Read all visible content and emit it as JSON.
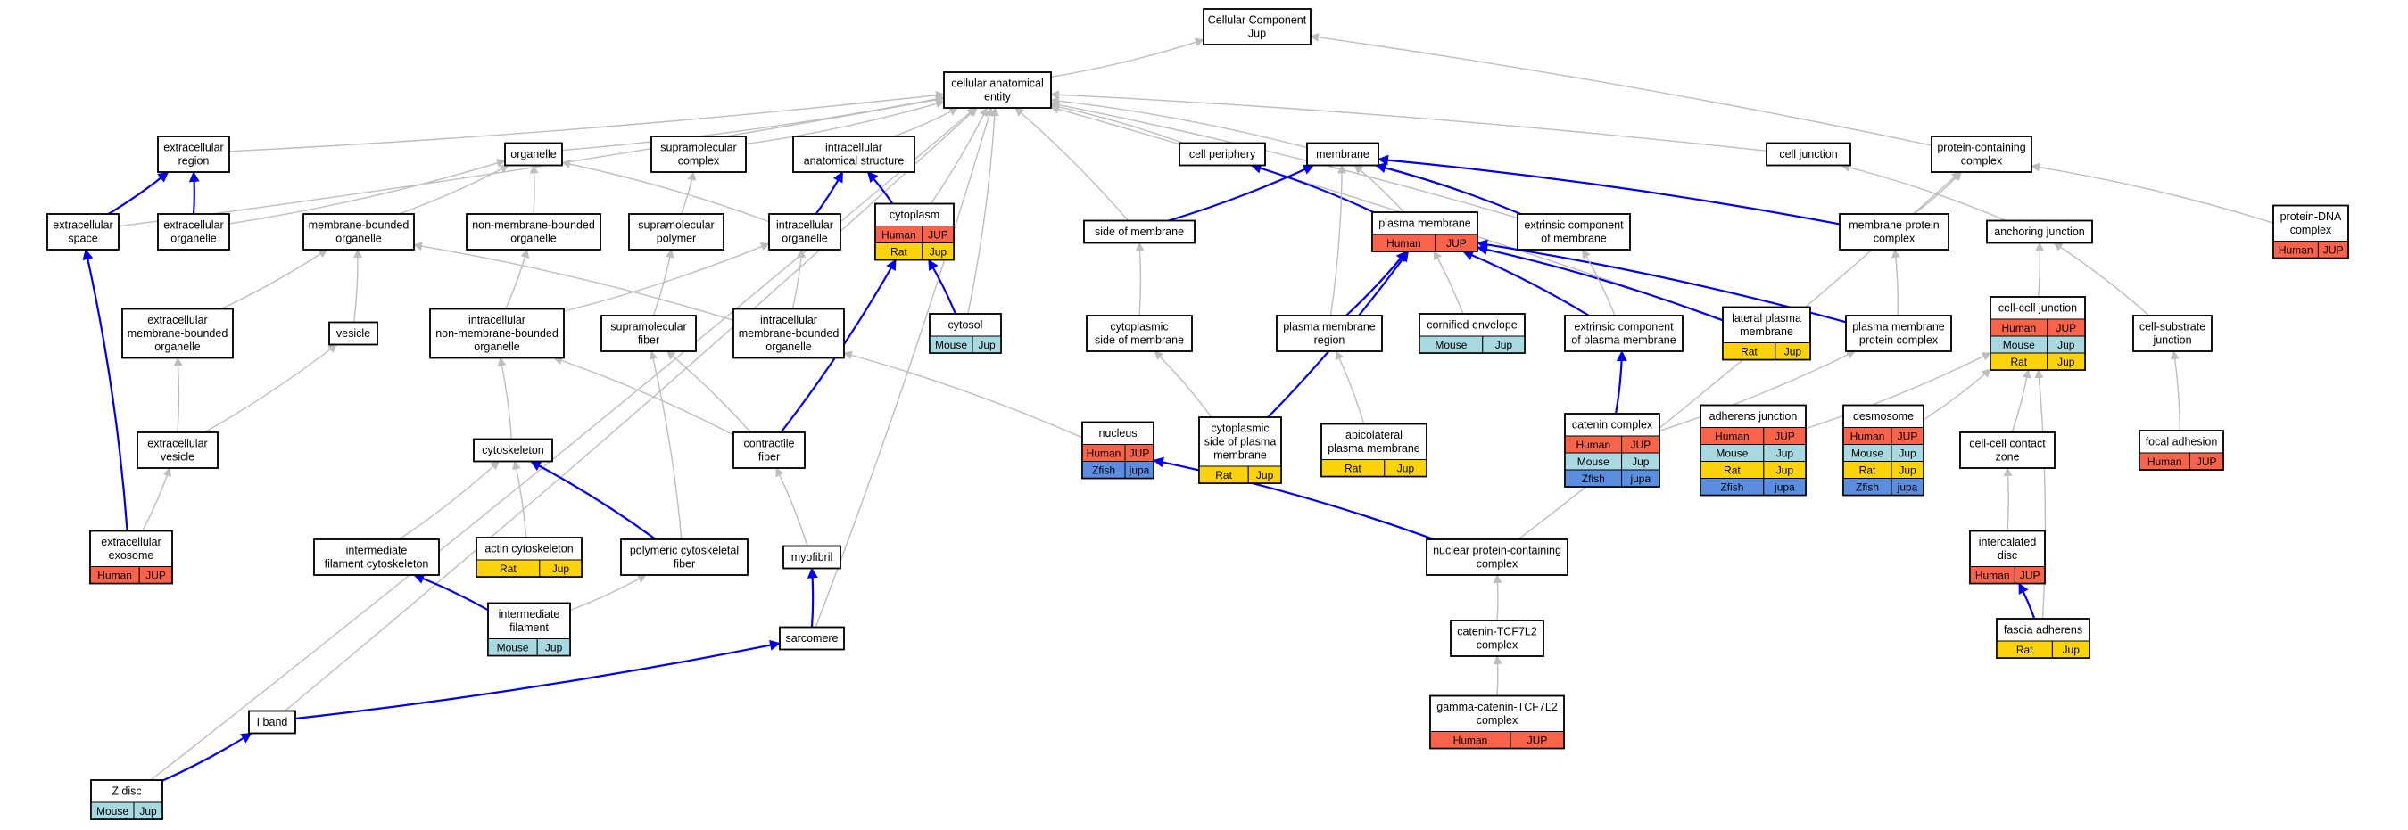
{
  "colors": {
    "Human": "#f9634a",
    "Mouse": "#a8d8e0",
    "Rat": "#fcd20a",
    "Zfish": "#5b8ee0",
    "blue_edge": "#0000ee",
    "gray_edge": "#bebebe"
  },
  "nodes": [
    {
      "id": "root",
      "label": [
        "Cellular Component",
        "Jup"
      ],
      "species": []
    },
    {
      "id": "cae",
      "label": [
        "cellular anatomical",
        "entity"
      ],
      "species": []
    },
    {
      "id": "extracellular_region",
      "label": [
        "extracellular",
        "region"
      ],
      "species": []
    },
    {
      "id": "organelle",
      "label": [
        "organelle"
      ],
      "species": []
    },
    {
      "id": "supramolecular_complex",
      "label": [
        "supramolecular",
        "complex"
      ],
      "species": []
    },
    {
      "id": "intracellular_anatomical_structure",
      "label": [
        "intracellular",
        "anatomical structure"
      ],
      "species": []
    },
    {
      "id": "cell_periphery",
      "label": [
        "cell periphery"
      ],
      "species": []
    },
    {
      "id": "membrane",
      "label": [
        "membrane"
      ],
      "species": []
    },
    {
      "id": "cell_junction",
      "label": [
        "cell junction"
      ],
      "species": []
    },
    {
      "id": "protein_containing_complex",
      "label": [
        "protein-containing",
        "complex"
      ],
      "species": []
    },
    {
      "id": "extracellular_space",
      "label": [
        "extracellular",
        "space"
      ],
      "species": []
    },
    {
      "id": "extracellular_organelle",
      "label": [
        "extracellular",
        "organelle"
      ],
      "species": []
    },
    {
      "id": "membrane_bounded_organelle",
      "label": [
        "membrane-bounded",
        "organelle"
      ],
      "species": []
    },
    {
      "id": "non_membrane_bounded_organelle",
      "label": [
        "non-membrane-bounded",
        "organelle"
      ],
      "species": []
    },
    {
      "id": "supramolecular_polymer",
      "label": [
        "supramolecular",
        "polymer"
      ],
      "species": []
    },
    {
      "id": "intracellular_organelle",
      "label": [
        "intracellular",
        "organelle"
      ],
      "species": []
    },
    {
      "id": "cytoplasm",
      "label": [
        "cytoplasm"
      ],
      "species": [
        [
          "Human",
          "JUP"
        ],
        [
          "Rat",
          "Jup"
        ]
      ]
    },
    {
      "id": "side_of_membrane",
      "label": [
        "side of membrane"
      ],
      "species": []
    },
    {
      "id": "plasma_membrane",
      "label": [
        "plasma membrane"
      ],
      "species": [
        [
          "Human",
          "JUP"
        ]
      ]
    },
    {
      "id": "extrinsic_component_of_membrane",
      "label": [
        "extrinsic component",
        "of membrane"
      ],
      "species": []
    },
    {
      "id": "membrane_protein_complex",
      "label": [
        "membrane protein",
        "complex"
      ],
      "species": []
    },
    {
      "id": "anchoring_junction",
      "label": [
        "anchoring junction"
      ],
      "species": []
    },
    {
      "id": "protein_dna_complex",
      "label": [
        "protein-DNA",
        "complex"
      ],
      "species": [
        [
          "Human",
          "JUP"
        ]
      ]
    },
    {
      "id": "extracellular_mbo",
      "label": [
        "extracellular",
        "membrane-bounded",
        "organelle"
      ],
      "species": []
    },
    {
      "id": "vesicle",
      "label": [
        "vesicle"
      ],
      "species": []
    },
    {
      "id": "intracellular_nmbo",
      "label": [
        "intracellular",
        "non-membrane-bounded",
        "organelle"
      ],
      "species": []
    },
    {
      "id": "supramolecular_fiber",
      "label": [
        "supramolecular",
        "fiber"
      ],
      "species": []
    },
    {
      "id": "intracellular_mbo",
      "label": [
        "intracellular",
        "membrane-bounded",
        "organelle"
      ],
      "species": []
    },
    {
      "id": "cytosol",
      "label": [
        "cytosol"
      ],
      "species": [
        [
          "Mouse",
          "Jup"
        ]
      ]
    },
    {
      "id": "cytoplasmic_side_of_membrane",
      "label": [
        "cytoplasmic",
        "side of membrane"
      ],
      "species": []
    },
    {
      "id": "plasma_membrane_region",
      "label": [
        "plasma membrane",
        "region"
      ],
      "species": []
    },
    {
      "id": "cornified_envelope",
      "label": [
        "cornified envelope"
      ],
      "species": [
        [
          "Mouse",
          "Jup"
        ]
      ]
    },
    {
      "id": "extrinsic_component_of_pm",
      "label": [
        "extrinsic component",
        "of plasma membrane"
      ],
      "species": []
    },
    {
      "id": "lateral_plasma_membrane",
      "label": [
        "lateral plasma",
        "membrane"
      ],
      "species": [
        [
          "Rat",
          "Jup"
        ]
      ]
    },
    {
      "id": "plasma_membrane_protein_complex",
      "label": [
        "plasma membrane",
        "protein complex"
      ],
      "species": []
    },
    {
      "id": "cell_cell_junction",
      "label": [
        "cell-cell junction"
      ],
      "species": [
        [
          "Human",
          "JUP"
        ],
        [
          "Mouse",
          "Jup"
        ],
        [
          "Rat",
          "Jup"
        ]
      ]
    },
    {
      "id": "cell_substrate_junction",
      "label": [
        "cell-substrate",
        "junction"
      ],
      "species": []
    },
    {
      "id": "extracellular_vesicle",
      "label": [
        "extracellular",
        "vesicle"
      ],
      "species": []
    },
    {
      "id": "cytoskeleton",
      "label": [
        "cytoskeleton"
      ],
      "species": []
    },
    {
      "id": "contractile_fiber",
      "label": [
        "contractile",
        "fiber"
      ],
      "species": []
    },
    {
      "id": "nucleus",
      "label": [
        "nucleus"
      ],
      "species": [
        [
          "Human",
          "JUP"
        ],
        [
          "Zfish",
          "jupa"
        ]
      ]
    },
    {
      "id": "cytoplasmic_side_of_pm",
      "label": [
        "cytoplasmic",
        "side of plasma",
        "membrane"
      ],
      "species": [
        [
          "Rat",
          "Jup"
        ]
      ]
    },
    {
      "id": "apicolateral_pm",
      "label": [
        "apicolateral",
        "plasma membrane"
      ],
      "species": [
        [
          "Rat",
          "Jup"
        ]
      ]
    },
    {
      "id": "catenin_complex",
      "label": [
        "catenin complex"
      ],
      "species": [
        [
          "Human",
          "JUP"
        ],
        [
          "Mouse",
          "Jup"
        ],
        [
          "Zfish",
          "jupa"
        ]
      ]
    },
    {
      "id": "adherens_junction",
      "label": [
        "adherens junction"
      ],
      "species": [
        [
          "Human",
          "JUP"
        ],
        [
          "Mouse",
          "Jup"
        ],
        [
          "Rat",
          "Jup"
        ],
        [
          "Zfish",
          "jupa"
        ]
      ]
    },
    {
      "id": "desmosome",
      "label": [
        "desmosome"
      ],
      "species": [
        [
          "Human",
          "JUP"
        ],
        [
          "Mouse",
          "Jup"
        ],
        [
          "Rat",
          "Jup"
        ],
        [
          "Zfish",
          "jupa"
        ]
      ]
    },
    {
      "id": "cell_cell_contact_zone",
      "label": [
        "cell-cell contact",
        "zone"
      ],
      "species": []
    },
    {
      "id": "focal_adhesion",
      "label": [
        "focal adhesion"
      ],
      "species": [
        [
          "Human",
          "JUP"
        ]
      ]
    },
    {
      "id": "extracellular_exosome",
      "label": [
        "extracellular",
        "exosome"
      ],
      "species": [
        [
          "Human",
          "JUP"
        ]
      ]
    },
    {
      "id": "intermediate_filament_cytoskeleton",
      "label": [
        "intermediate",
        "filament cytoskeleton"
      ],
      "species": []
    },
    {
      "id": "actin_cytoskeleton",
      "label": [
        "actin cytoskeleton"
      ],
      "species": [
        [
          "Rat",
          "Jup"
        ]
      ]
    },
    {
      "id": "polymeric_cytoskeletal_fiber",
      "label": [
        "polymeric cytoskeletal",
        "fiber"
      ],
      "species": []
    },
    {
      "id": "myofibril",
      "label": [
        "myofibril"
      ],
      "species": []
    },
    {
      "id": "nuclear_protein_containing_complex",
      "label": [
        "nuclear protein-containing",
        "complex"
      ],
      "species": []
    },
    {
      "id": "intercalated_disc",
      "label": [
        "intercalated",
        "disc"
      ],
      "species": [
        [
          "Human",
          "JUP"
        ]
      ]
    },
    {
      "id": "intermediate_filament",
      "label": [
        "intermediate",
        "filament"
      ],
      "species": [
        [
          "Mouse",
          "Jup"
        ]
      ]
    },
    {
      "id": "sarcomere",
      "label": [
        "sarcomere"
      ],
      "species": []
    },
    {
      "id": "catenin_tcf7l2_complex",
      "label": [
        "catenin-TCF7L2",
        "complex"
      ],
      "species": []
    },
    {
      "id": "fascia_adherens",
      "label": [
        "fascia adherens"
      ],
      "species": [
        [
          "Rat",
          "Jup"
        ]
      ]
    },
    {
      "id": "i_band",
      "label": [
        "I band"
      ],
      "species": []
    },
    {
      "id": "gamma_catenin_tcf7l2_complex",
      "label": [
        "gamma-catenin-TCF7L2",
        "complex"
      ],
      "species": [
        [
          "Human",
          "JUP"
        ]
      ]
    },
    {
      "id": "z_disc",
      "label": [
        "Z disc"
      ],
      "species": [
        [
          "Mouse",
          "Jup"
        ]
      ]
    }
  ],
  "edges": [
    [
      "cae",
      "root",
      "gray"
    ],
    [
      "protein_containing_complex",
      "root",
      "gray"
    ],
    [
      "extracellular_region",
      "cae",
      "gray"
    ],
    [
      "organelle",
      "cae",
      "gray"
    ],
    [
      "supramolecular_complex",
      "cae",
      "gray"
    ],
    [
      "intracellular_anatomical_structure",
      "cae",
      "gray"
    ],
    [
      "cell_periphery",
      "cae",
      "gray"
    ],
    [
      "membrane",
      "cae",
      "gray"
    ],
    [
      "cell_junction",
      "cae",
      "gray"
    ],
    [
      "extracellular_space",
      "cae",
      "gray"
    ],
    [
      "cytoplasm",
      "cae",
      "gray"
    ],
    [
      "cytosol",
      "cae",
      "gray"
    ],
    [
      "side_of_membrane",
      "cae",
      "gray"
    ],
    [
      "extrinsic_component_of_membrane",
      "cae",
      "gray"
    ],
    [
      "lateral_plasma_membrane",
      "cae",
      "gray"
    ],
    [
      "i_band",
      "cae",
      "gray"
    ],
    [
      "sarcomere",
      "cae",
      "gray"
    ],
    [
      "z_disc",
      "cae",
      "gray"
    ],
    [
      "extracellular_space",
      "extracellular_region",
      "blue"
    ],
    [
      "extracellular_organelle",
      "extracellular_region",
      "blue"
    ],
    [
      "extracellular_organelle",
      "organelle",
      "gray"
    ],
    [
      "membrane_bounded_organelle",
      "organelle",
      "gray"
    ],
    [
      "non_membrane_bounded_organelle",
      "organelle",
      "gray"
    ],
    [
      "intracellular_organelle",
      "organelle",
      "gray"
    ],
    [
      "supramolecular_polymer",
      "supramolecular_complex",
      "gray"
    ],
    [
      "intracellular_organelle",
      "intracellular_anatomical_structure",
      "blue"
    ],
    [
      "cytoplasm",
      "intracellular_anatomical_structure",
      "blue"
    ],
    [
      "plasma_membrane",
      "cell_periphery",
      "blue"
    ],
    [
      "side_of_membrane",
      "membrane",
      "blue"
    ],
    [
      "plasma_membrane",
      "membrane",
      "gray"
    ],
    [
      "extrinsic_component_of_membrane",
      "membrane",
      "blue"
    ],
    [
      "membrane_protein_complex",
      "membrane",
      "blue"
    ],
    [
      "plasma_membrane_region",
      "membrane",
      "gray"
    ],
    [
      "anchoring_junction",
      "cell_junction",
      "gray"
    ],
    [
      "membrane_protein_complex",
      "protein_containing_complex",
      "gray"
    ],
    [
      "protein_dna_complex",
      "protein_containing_complex",
      "gray"
    ],
    [
      "nuclear_protein_containing_complex",
      "protein_containing_complex",
      "gray"
    ],
    [
      "extracellular_mbo",
      "membrane_bounded_organelle",
      "gray"
    ],
    [
      "vesicle",
      "membrane_bounded_organelle",
      "gray"
    ],
    [
      "intracellular_mbo",
      "membrane_bounded_organelle",
      "gray"
    ],
    [
      "intracellular_nmbo",
      "non_membrane_bounded_organelle",
      "gray"
    ],
    [
      "supramolecular_fiber",
      "supramolecular_polymer",
      "gray"
    ],
    [
      "intracellular_nmbo",
      "intracellular_organelle",
      "gray"
    ],
    [
      "intracellular_mbo",
      "intracellular_organelle",
      "gray"
    ],
    [
      "cytosol",
      "cytoplasm",
      "blue"
    ],
    [
      "contractile_fiber",
      "cytoplasm",
      "blue"
    ],
    [
      "cytoplasmic_side_of_membrane",
      "side_of_membrane",
      "gray"
    ],
    [
      "cytoplasmic_side_of_pm",
      "plasma_membrane",
      "blue"
    ],
    [
      "plasma_membrane_region",
      "plasma_membrane",
      "blue"
    ],
    [
      "cornified_envelope",
      "plasma_membrane",
      "gray"
    ],
    [
      "extrinsic_component_of_pm",
      "plasma_membrane",
      "blue"
    ],
    [
      "lateral_plasma_membrane",
      "plasma_membrane",
      "blue"
    ],
    [
      "plasma_membrane_protein_complex",
      "plasma_membrane",
      "blue"
    ],
    [
      "extrinsic_component_of_pm",
      "extrinsic_component_of_membrane",
      "gray"
    ],
    [
      "plasma_membrane_protein_complex",
      "membrane_protein_complex",
      "gray"
    ],
    [
      "cell_cell_junction",
      "anchoring_junction",
      "gray"
    ],
    [
      "cell_substrate_junction",
      "anchoring_junction",
      "gray"
    ],
    [
      "extracellular_vesicle",
      "extracellular_mbo",
      "gray"
    ],
    [
      "extracellular_vesicle",
      "vesicle",
      "gray"
    ],
    [
      "cytoskeleton",
      "intracellular_nmbo",
      "gray"
    ],
    [
      "contractile_fiber",
      "intracellular_nmbo",
      "gray"
    ],
    [
      "polymeric_cytoskeletal_fiber",
      "supramolecular_fiber",
      "gray"
    ],
    [
      "contractile_fiber",
      "supramolecular_fiber",
      "gray"
    ],
    [
      "nucleus",
      "intracellular_mbo",
      "gray"
    ],
    [
      "cytoplasmic_side_of_pm",
      "cytoplasmic_side_of_membrane",
      "gray"
    ],
    [
      "apicolateral_pm",
      "plasma_membrane_region",
      "gray"
    ],
    [
      "catenin_complex",
      "extrinsic_component_of_pm",
      "blue"
    ],
    [
      "catenin_complex",
      "plasma_membrane_protein_complex",
      "gray"
    ],
    [
      "adherens_junction",
      "cell_cell_junction",
      "gray"
    ],
    [
      "desmosome",
      "cell_cell_junction",
      "gray"
    ],
    [
      "cell_cell_contact_zone",
      "cell_cell_junction",
      "gray"
    ],
    [
      "fascia_adherens",
      "cell_cell_junction",
      "gray"
    ],
    [
      "focal_adhesion",
      "cell_substrate_junction",
      "gray"
    ],
    [
      "extracellular_exosome",
      "extracellular_space",
      "blue"
    ],
    [
      "extracellular_exosome",
      "extracellular_vesicle",
      "gray"
    ],
    [
      "intermediate_filament_cytoskeleton",
      "cytoskeleton",
      "gray"
    ],
    [
      "actin_cytoskeleton",
      "cytoskeleton",
      "gray"
    ],
    [
      "polymeric_cytoskeletal_fiber",
      "cytoskeleton",
      "blue"
    ],
    [
      "myofibril",
      "contractile_fiber",
      "gray"
    ],
    [
      "nuclear_protein_containing_complex",
      "nucleus",
      "blue"
    ],
    [
      "intercalated_disc",
      "cell_cell_contact_zone",
      "gray"
    ],
    [
      "intermediate_filament",
      "intermediate_filament_cytoskeleton",
      "blue"
    ],
    [
      "intermediate_filament",
      "polymeric_cytoskeletal_fiber",
      "gray"
    ],
    [
      "sarcomere",
      "myofibril",
      "blue"
    ],
    [
      "catenin_tcf7l2_complex",
      "nuclear_protein_containing_complex",
      "gray"
    ],
    [
      "fascia_adherens",
      "intercalated_disc",
      "blue"
    ],
    [
      "i_band",
      "sarcomere",
      "blue"
    ],
    [
      "gamma_catenin_tcf7l2_complex",
      "catenin_tcf7l2_complex",
      "gray"
    ],
    [
      "z_disc",
      "i_band",
      "blue"
    ]
  ]
}
